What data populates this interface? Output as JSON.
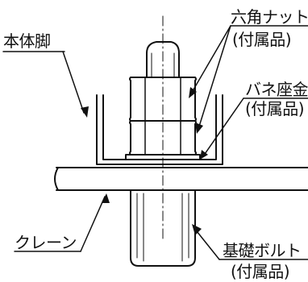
{
  "diagram": {
    "labels": {
      "hontai_kyaku": "本体脚",
      "rokkaku_nut": "六角ナット",
      "rokkaku_nut_sub": "(付属品)",
      "bane_zagane": "バネ座金",
      "bane_zagane_sub": "(付属品)",
      "crane": "クレーン",
      "kiso_bolt": "基礎ボルト",
      "kiso_bolt_sub": "(付属品)"
    },
    "line_color": "#111111",
    "background": "#ffffff"
  }
}
